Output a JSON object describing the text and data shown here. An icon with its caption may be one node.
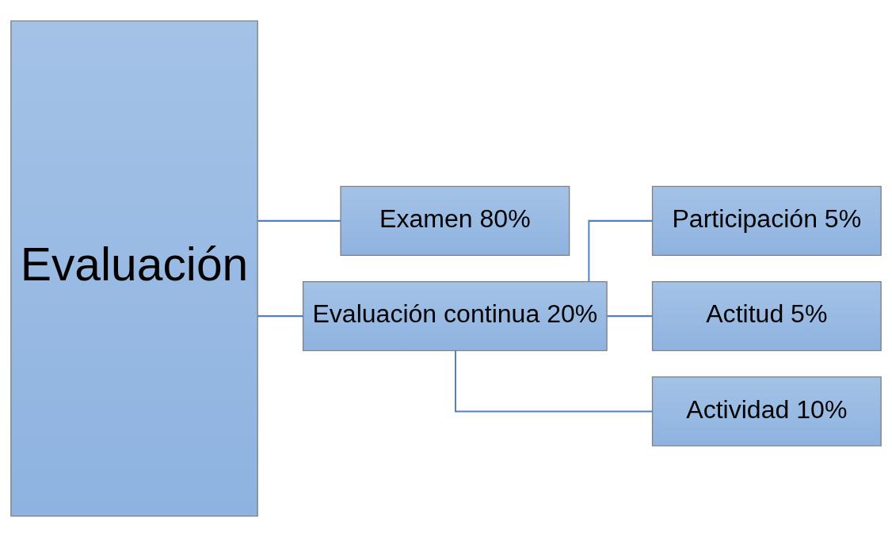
{
  "diagram": {
    "nodes": [
      {
        "text": [
          "Evaluación"
        ]
      },
      {
        "text": [
          "Examen 80%"
        ]
      },
      {
        "text": [
          "Evaluación continua 20%"
        ]
      },
      {
        "text": [
          "Participación 5%"
        ]
      },
      {
        "text": [
          "Actitud 5%"
        ]
      },
      {
        "text": [
          "Actividad 10%"
        ]
      }
    ],
    "edges": [
      {
        "from": 0,
        "to": 1,
        "arrow": "none"
      },
      {
        "from": 0,
        "to": 2,
        "arrow": "none"
      },
      {
        "from": 2,
        "to": 3,
        "arrow": "none"
      },
      {
        "from": 2,
        "to": 4,
        "arrow": "none"
      },
      {
        "from": 2,
        "to": 5,
        "arrow": "none"
      }
    ]
  }
}
